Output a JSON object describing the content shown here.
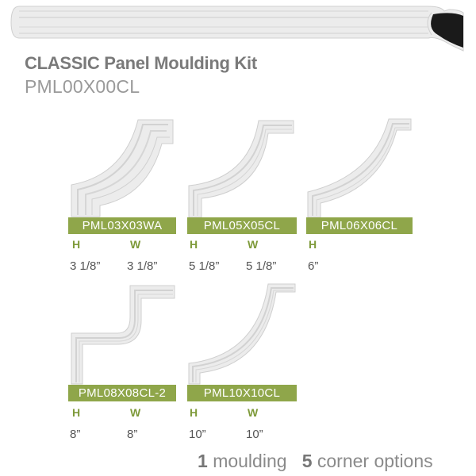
{
  "title": "CLASSIC Panel Moulding Kit",
  "subtitle": "PML00X00CL",
  "corners": [
    {
      "code": "PML03X03WA",
      "h_label": "H",
      "w_label": "W",
      "h": "3 1/8”",
      "w": "3 1/8”"
    },
    {
      "code": "PML05X05CL",
      "h_label": "H",
      "w_label": "W",
      "h": "5 1/8”",
      "w": "5 1/8”"
    },
    {
      "code": "PML06X06CL",
      "h_label": "H",
      "h": "6”"
    },
    {
      "code": "PML08X08CL-2",
      "h_label": "H",
      "w_label": "W",
      "h": "8”",
      "w": "8”"
    },
    {
      "code": "PML10X10CL",
      "h_label": "H",
      "w_label": "W",
      "h": "10”",
      "w": "10”"
    }
  ],
  "footer": {
    "moulding_count": "1",
    "moulding_text": "moulding",
    "corner_count": "5",
    "corner_text": "corner options"
  },
  "colors": {
    "accent": "#8fa64a",
    "accent_text": "#7e9a3a",
    "moulding": "#e9e9e9"
  }
}
